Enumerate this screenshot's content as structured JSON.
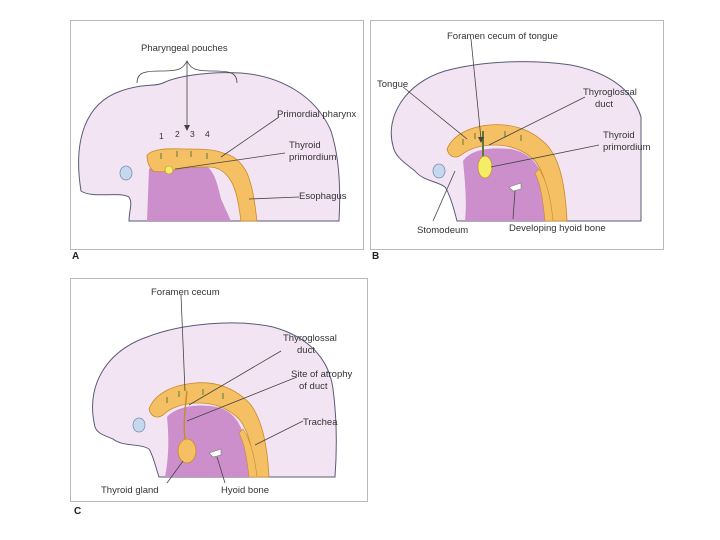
{
  "panel_a": {
    "tag": "A",
    "pharyngeal_pouches": "Pharyngeal pouches",
    "pouch_numbers": [
      "1",
      "2",
      "3",
      "4"
    ],
    "primordial_pharynx": "Primordial pharynx",
    "thyroid_primordium_line1": "Thyroid",
    "thyroid_primordium_line2": "primordium",
    "esophagus": "Esophagus"
  },
  "panel_b": {
    "tag": "B",
    "foramen_cecum_of_tongue": "Foramen cecum of tongue",
    "tongue": "Tongue",
    "thyroglossal_duct_line1": "Thyroglossal",
    "thyroglossal_duct_line2": "duct",
    "thyroid_primordium_line1": "Thyroid",
    "thyroid_primordium_line2": "primordium",
    "stomodeum": "Stomodeum",
    "developing_hyoid_bone": "Developing hyoid bone"
  },
  "panel_c": {
    "tag": "C",
    "foramen_cecum": "Foramen cecum",
    "thyroglossal_duct_line1": "Thyroglossal",
    "thyroglossal_duct_line2": "duct",
    "site_of_atrophy_line1": "Site of atrophy",
    "site_of_atrophy_line2": "of duct",
    "trachea": "Trachea",
    "thyroid_gland": "Thyroid gland",
    "hyoid_bone": "Hyoid bone"
  },
  "colors": {
    "head": "#f3e4f3",
    "head_outline": "#5a5a7a",
    "pharynx": "#f5bf63",
    "pharynx_outline": "#c98a2a",
    "mesenchyme": "#cc8fcc",
    "thyroid": "#f4ed66",
    "eye": "#c5d8ee"
  }
}
